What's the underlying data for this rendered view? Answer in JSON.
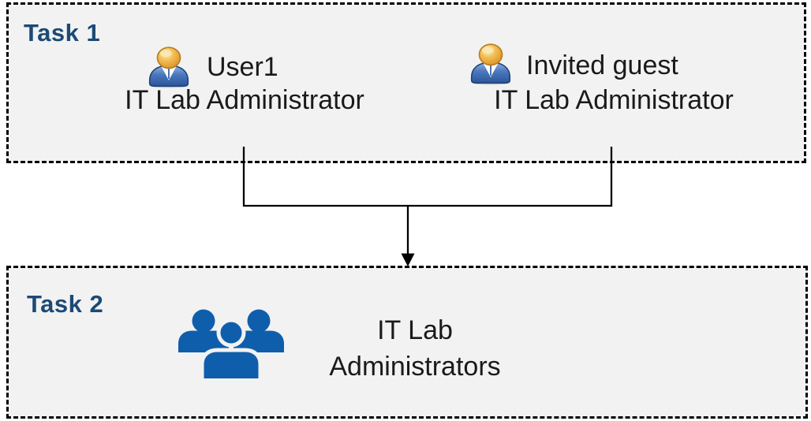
{
  "diagram": {
    "task1": {
      "label": "Task 1",
      "users": [
        {
          "icon": "single-user-icon",
          "name": "User1",
          "role": "IT Lab Administrator"
        },
        {
          "icon": "single-user-icon",
          "name": "Invited guest",
          "role": "IT Lab Administrator"
        }
      ]
    },
    "task2": {
      "label": "Task 2",
      "group": {
        "icon": "user-group-icon",
        "name_lines": [
          "IT Lab",
          "Administrators"
        ]
      }
    },
    "connector": {
      "type": "merge-arrow",
      "description": "Lines from both Task 1 users merge and point down to the Task 2 group"
    },
    "colors": {
      "box_fill": "#F2F2F2",
      "box_border": "#000000",
      "task_label": "#1B4A75",
      "body_text": "#1A1A1A",
      "group_icon_blue": "#0F5EAC",
      "person_head_orange": "#E9A83E",
      "person_body_blue": "#3B69B0",
      "connector_line": "#000000"
    }
  }
}
